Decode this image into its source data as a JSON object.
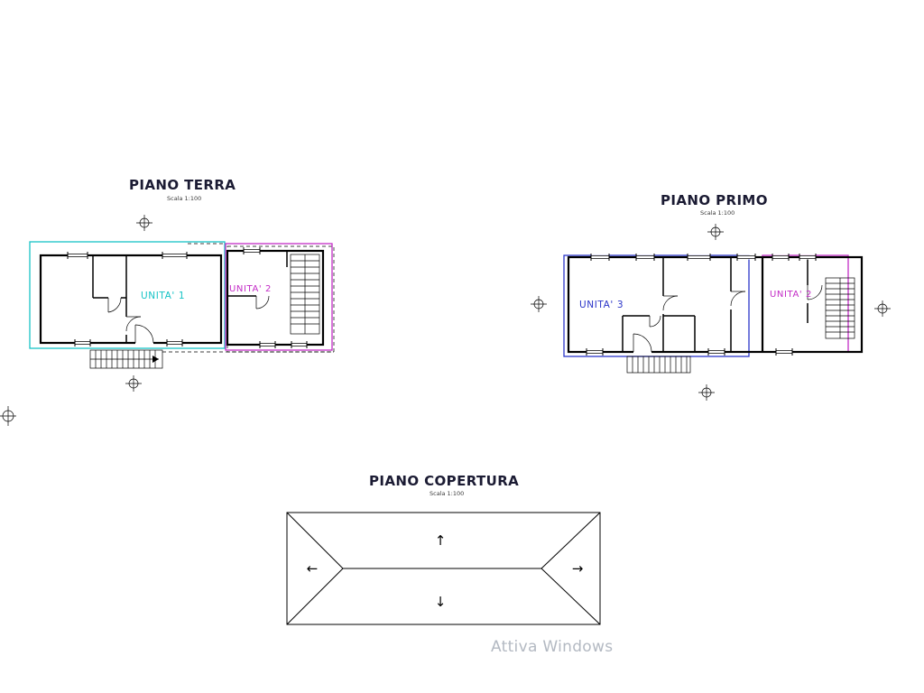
{
  "page": {
    "background": "#ffffff",
    "watermark": "Attiva Windows"
  },
  "plans": {
    "terra": {
      "title": "PIANO TERRA",
      "scale": "Scala 1:100",
      "unit1": {
        "label": "UNITA' 1",
        "color": "#17c3c6"
      },
      "unit2": {
        "label": "UNITA' 2",
        "color": "#c32cc6"
      }
    },
    "primo": {
      "title": "PIANO PRIMO",
      "scale": "Scala 1:100",
      "unit3": {
        "label": "UNITA' 3",
        "color": "#2b35c8"
      },
      "unit2": {
        "label": "UNITA' 2",
        "color": "#c32cc6"
      }
    },
    "copertura": {
      "title": "PIANO COPERTURA",
      "scale": "Scala 1:100",
      "arrows": {
        "up": "↑",
        "down": "↓",
        "left": "←",
        "right": "→"
      }
    }
  }
}
